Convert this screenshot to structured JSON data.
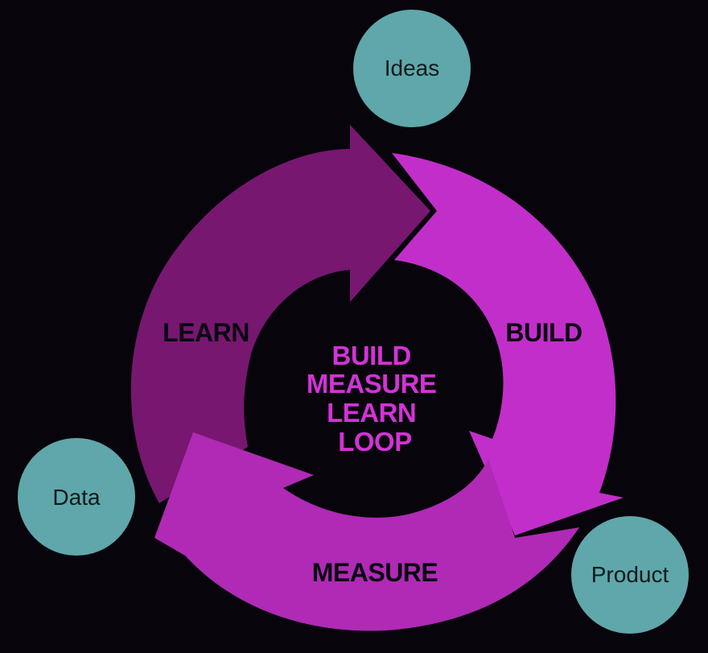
{
  "colors": {
    "background": "#07050b",
    "build_segment": "#c22ec9",
    "measure_segment": "#b02ab5",
    "learn_segment": "#771770",
    "center_text": "#d233d6",
    "node_fill": "#5fa7aa",
    "segment_text": "#0a0612"
  },
  "segments": {
    "build": "BUILD",
    "measure": "MEASURE",
    "learn": "LEARN"
  },
  "center": {
    "line1": "BUILD",
    "line2": "MEASURE",
    "line3": "LEARN",
    "line4": "LOOP"
  },
  "nodes": {
    "ideas": "Ideas",
    "product": "Product",
    "data": "Data"
  }
}
